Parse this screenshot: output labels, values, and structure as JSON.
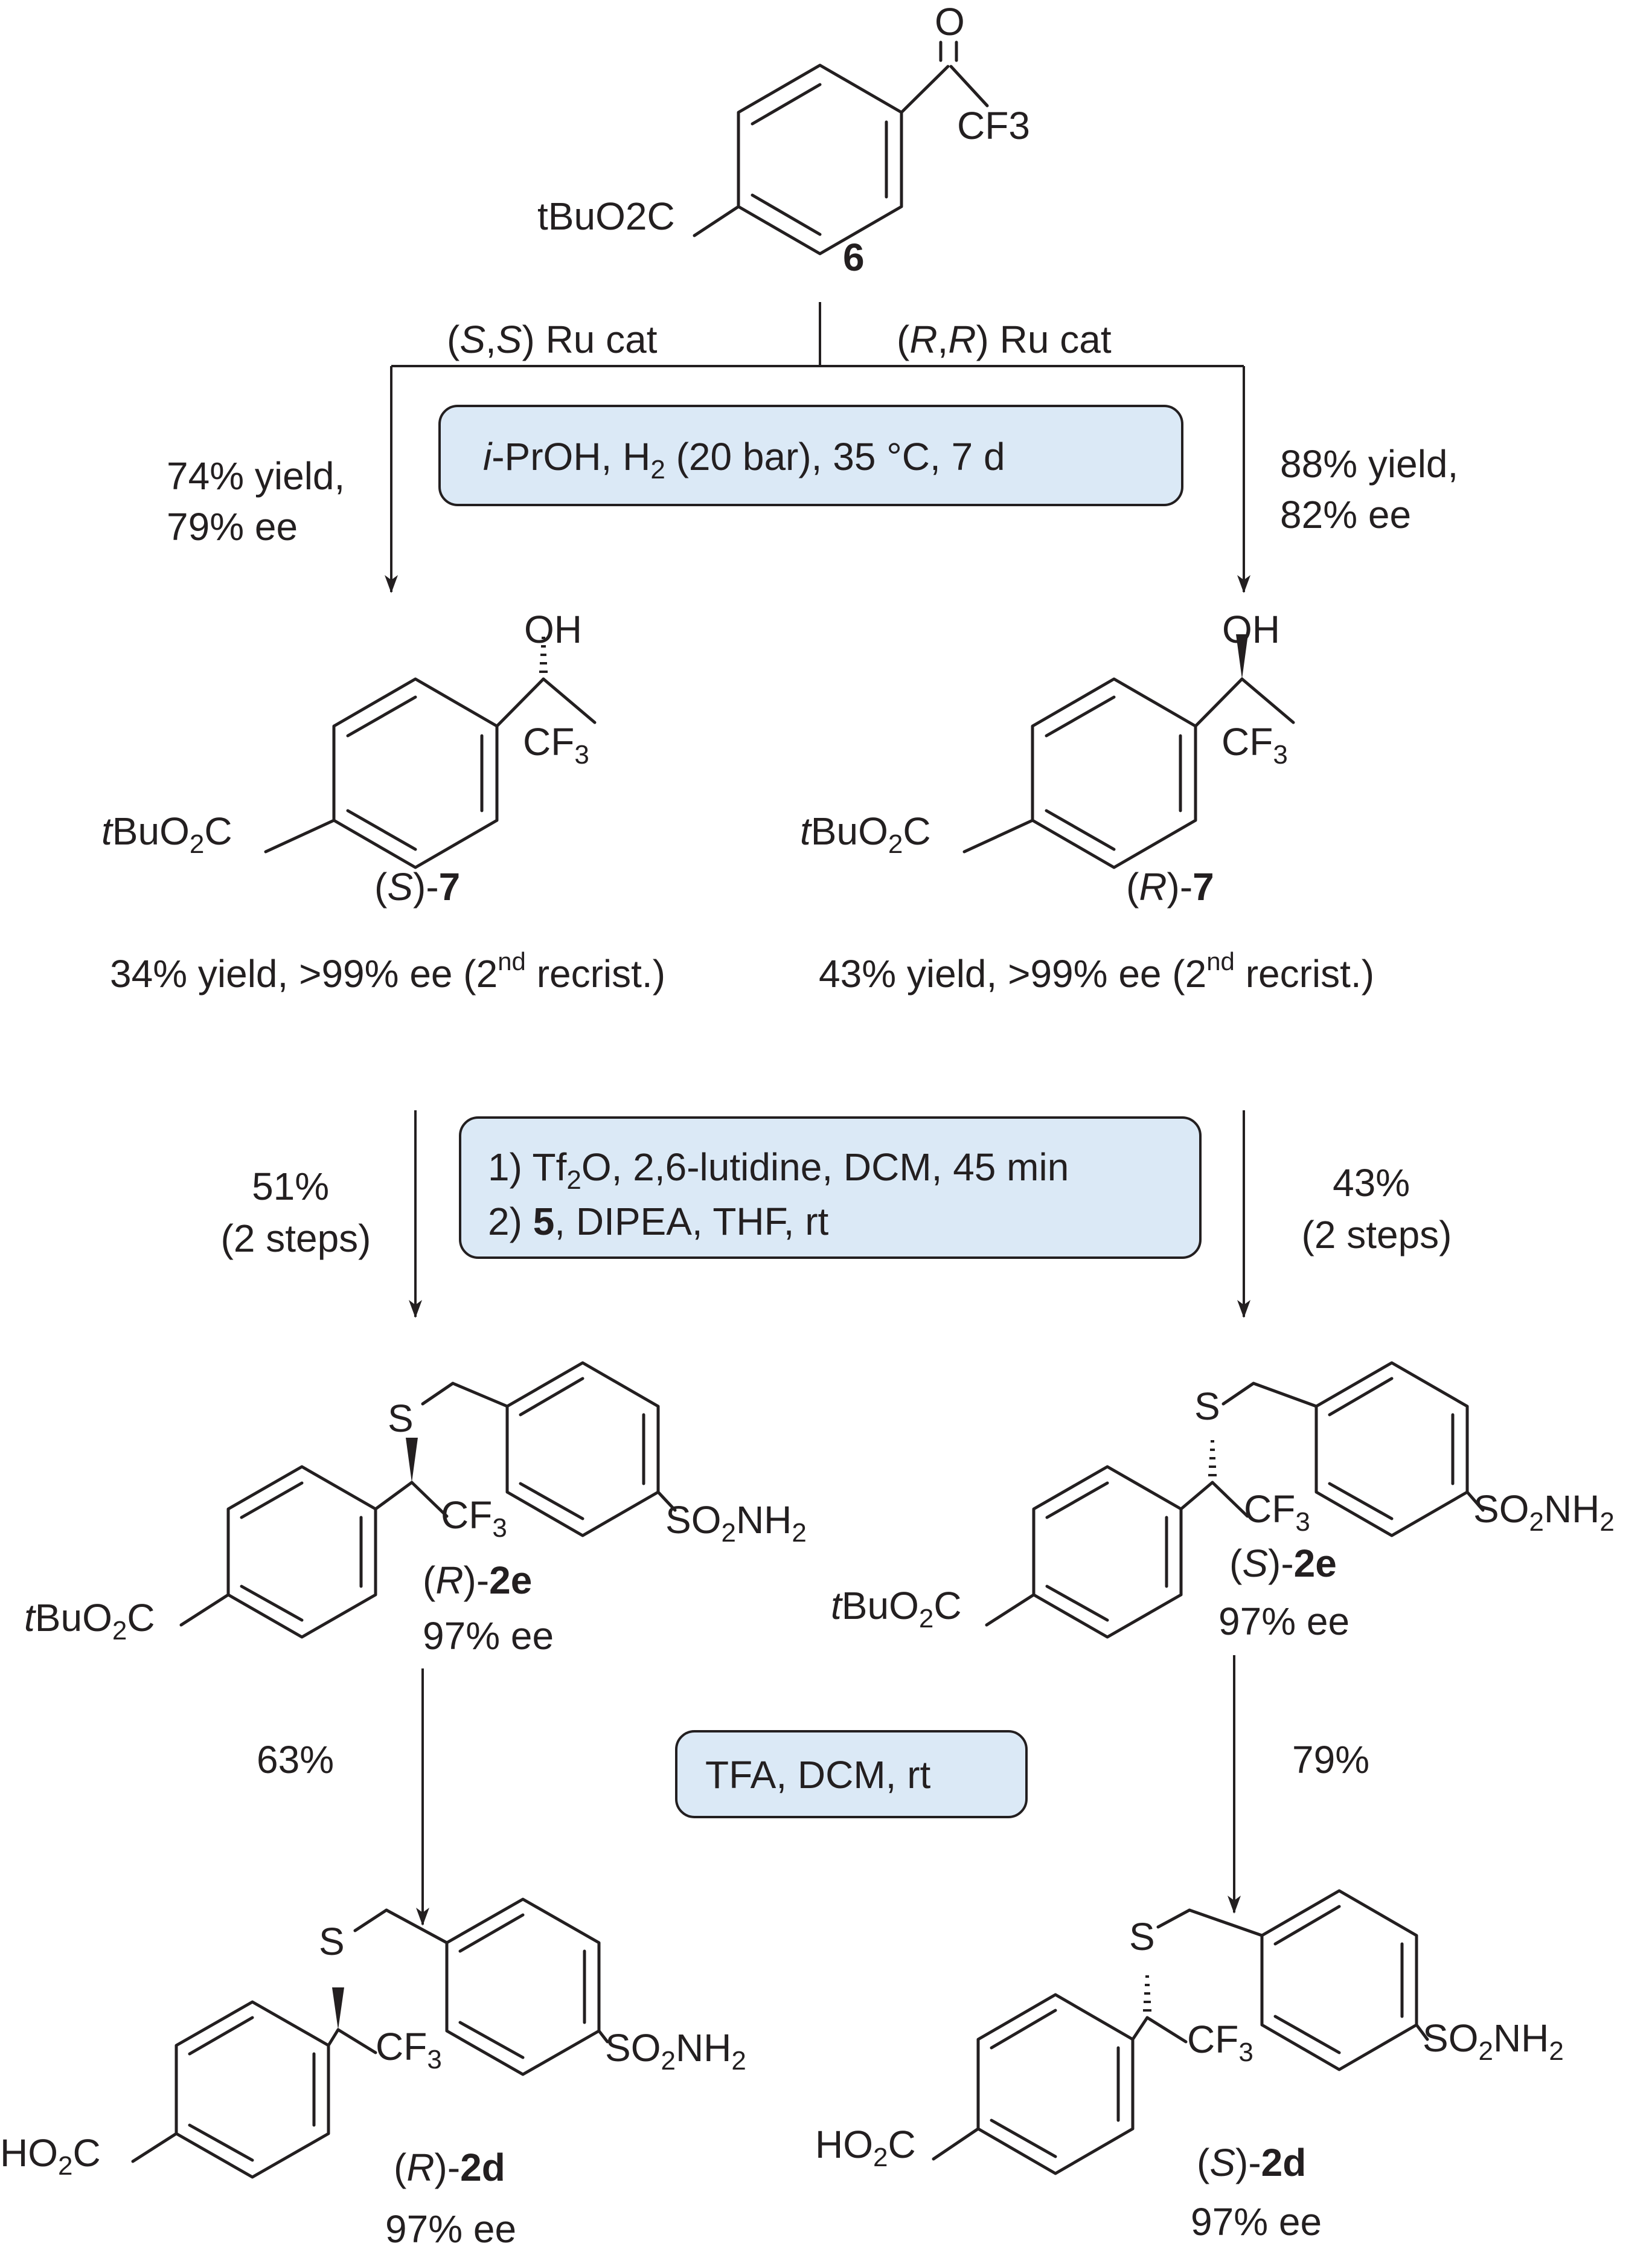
{
  "compounds": {
    "ketone": {
      "number": "6",
      "ester": "tBuO2C",
      "cf3": "CF3",
      "carbonyl": "O"
    },
    "alcohol_S": {
      "prefix_open": "(",
      "stereo": "S",
      "prefix_close": ")-",
      "number": "7",
      "oh": "OH",
      "ester": "tBuO2C",
      "cf3": "CF3"
    },
    "alcohol_R": {
      "prefix_open": "(",
      "stereo": "R",
      "prefix_close": ")-",
      "number": "7",
      "oh": "OH",
      "ester": "tBuO2C",
      "cf3": "CF3"
    },
    "thioether_R": {
      "prefix_open": "(",
      "stereo": "R",
      "prefix_close": ")-",
      "number": "2e",
      "ee": "97% ee",
      "s": "S",
      "so2nh2": "SO2NH2",
      "ester": "tBuO2C",
      "cf3": "CF3"
    },
    "thioether_S": {
      "prefix_open": "(",
      "stereo": "S",
      "prefix_close": ")-",
      "number": "2e",
      "ee": "97% ee",
      "s": "S",
      "so2nh2": "SO2NH2",
      "ester": "tBuO2C",
      "cf3": "CF3"
    },
    "acid_R": {
      "prefix_open": "(",
      "stereo": "R",
      "prefix_close": ")-",
      "number": "2d",
      "ee": "97% ee",
      "s": "S",
      "so2nh2": "SO2NH2",
      "acid": "HO2C",
      "cf3": "CF3"
    },
    "acid_S": {
      "prefix_open": "(",
      "stereo": "S",
      "prefix_close": ")-",
      "number": "2d",
      "ee": "97% ee",
      "s": "S",
      "so2nh2": "SO2NH2",
      "acid": "HO2C",
      "cf3": "CF3"
    }
  },
  "step1": {
    "catalyst_left": {
      "open": "(",
      "a": "S",
      "comma": ",",
      "b": "S",
      "rest": ") Ru cat"
    },
    "catalyst_right": {
      "open": "(",
      "a": "R",
      "comma": ",",
      "b": "R",
      "rest": ") Ru cat"
    },
    "conditions": {
      "prefix": "i",
      "text_a": "-PrOH, H",
      "sub": "2",
      "text_b": " (20 bar), 35 °C, 7 d"
    },
    "left_yield": [
      "74% yield,",
      "79% ee"
    ],
    "right_yield": [
      "88% yield,",
      "82% ee"
    ]
  },
  "recrystallization": {
    "left": {
      "pre": "34% yield, >99% ee (2",
      "sup": "nd",
      "post": " recrist.)"
    },
    "right": {
      "pre": "43% yield, >99% ee (2",
      "sup": "nd",
      "post": " recrist.)"
    }
  },
  "step2": {
    "conditions_line1": {
      "a": "1) Tf",
      "sub": "2",
      "b": "O, 2,6-lutidine, DCM, 45 min"
    },
    "conditions_line2": {
      "a": "2) ",
      "bold": "5",
      "b": ", DIPEA, THF, rt"
    },
    "left_yield": [
      "51%",
      "(2 steps)"
    ],
    "right_yield": [
      "43%",
      "(2 steps)"
    ]
  },
  "step3": {
    "conditions": "TFA, DCM, rt",
    "left_yield": "63%",
    "right_yield": "79%"
  }
}
